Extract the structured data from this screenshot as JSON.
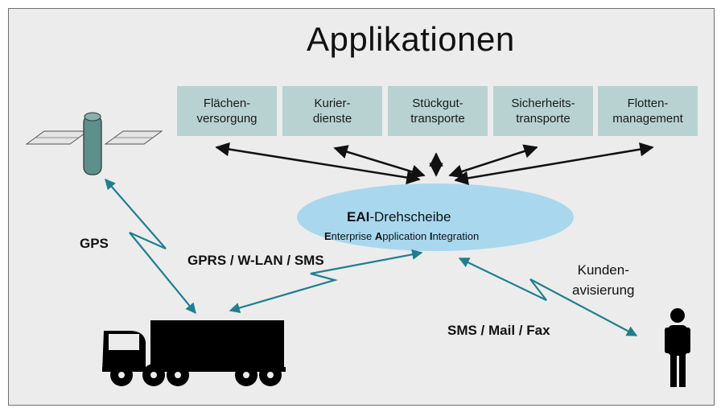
{
  "title": "Applikationen",
  "applications": [
    {
      "label": "Flächen-\nversorgung"
    },
    {
      "label": "Kurier-\ndienste"
    },
    {
      "label": "Stückgut-\ntransporte"
    },
    {
      "label": "Sicherheits-\ntransporte"
    },
    {
      "label": "Flotten-\nmanagement"
    }
  ],
  "hub": {
    "title_bold": "EAI",
    "title_rest": "-Drehscheibe",
    "subtitle_parts": [
      "E",
      "nterprise ",
      "A",
      "pplication ",
      "I",
      "ntegration"
    ]
  },
  "labels": {
    "gps": "GPS",
    "gprs": "GPRS / W-LAN / SMS",
    "sms_mail_fax": "SMS / Mail / Fax",
    "kunden": "Kunden-\navisierung"
  },
  "colors": {
    "background": "#ececec",
    "box_fill": "#b7d2d1",
    "hub_fill": "#a9d8ee",
    "comm_arrow": "#1f7f8f",
    "black_arrow": "#111111"
  },
  "icons": [
    "satellite-icon",
    "truck-icon",
    "person-icon"
  ]
}
